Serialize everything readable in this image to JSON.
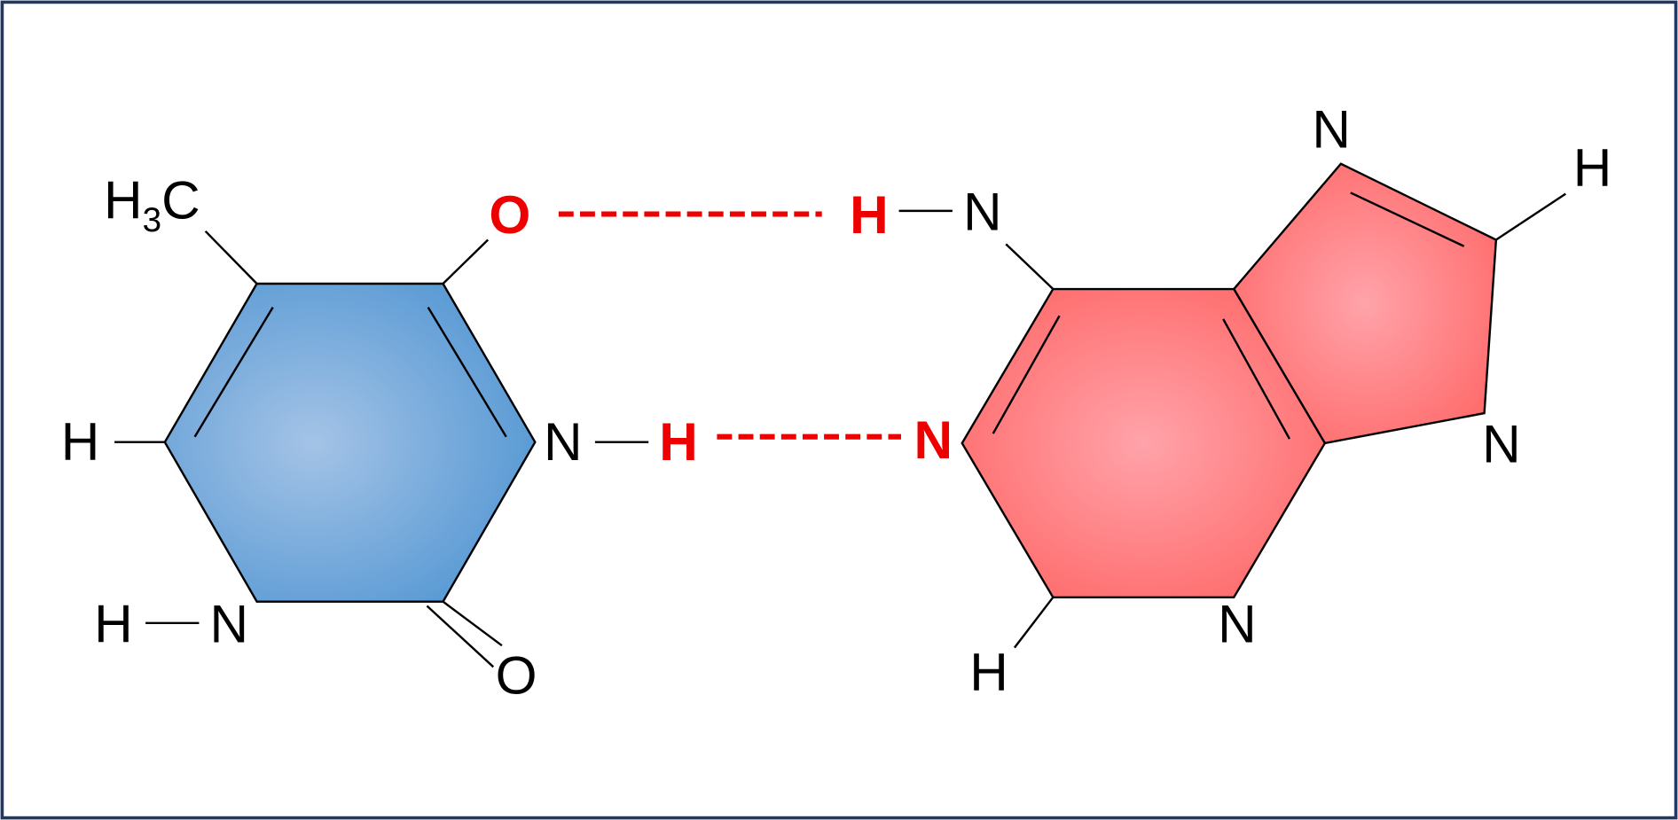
{
  "colors": {
    "pyrimidine_fill": "#5b9bd5",
    "purine_fill": "#ff6b6b",
    "hydrogen_bond": "#ee0000",
    "frame": "#1f3864"
  },
  "left_molecule": {
    "methyl": {
      "h": "H",
      "sub": "3",
      "c": "C"
    },
    "o_top": "O",
    "h_left": "H",
    "n_right": "N",
    "h_bond_donor": "H",
    "h_bottom": "H",
    "n_bottom": "N",
    "o_bottom": "O"
  },
  "right_molecule": {
    "h_top_donor": "H",
    "n_amine": "N",
    "n_acceptor": "N",
    "n_top": "N",
    "h_top_right": "H",
    "n_right": "N",
    "n_bottom": "N",
    "h_bottom": "H"
  }
}
